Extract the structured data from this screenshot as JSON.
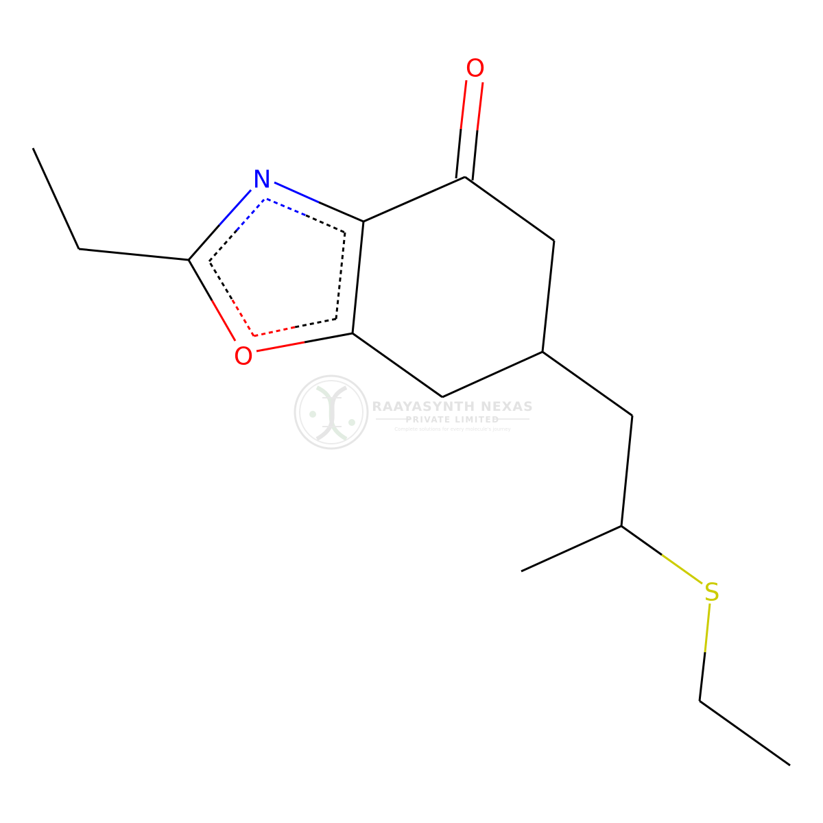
{
  "molecule": {
    "atoms": {
      "ring_n": {
        "symbol": "N",
        "color": "#0000ff"
      },
      "ring_o": {
        "symbol": "O",
        "color": "#ff0000"
      },
      "carbonyl_o": {
        "symbol": "O",
        "color": "#ff0000"
      },
      "thioether_s": {
        "symbol": "S",
        "color": "#cccc00"
      }
    },
    "bond_color": "#000000"
  },
  "watermark": {
    "company": "RAAYASYNTH NEXAS",
    "subtitle": "PRIVATE LIMITED",
    "tagline": "Complete solutions for every molecule's journey"
  }
}
